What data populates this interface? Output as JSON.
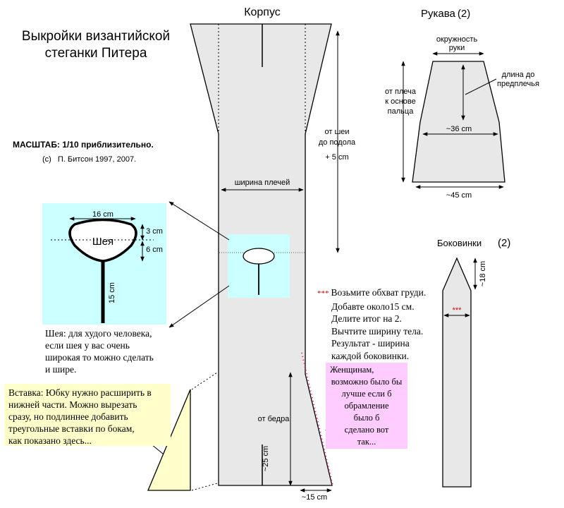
{
  "title": {
    "line1": "Выкройки византийской",
    "line2": "стеганки Питера"
  },
  "scale": "МАСШТАБ: 1/10 приблизительно.",
  "copyright": {
    "symbol": "(c)",
    "text": "П. Битсон  1997, 2007."
  },
  "body": {
    "label": "Корпус",
    "neck_to_hem": {
      "line1": "от шеи",
      "line2": "до подола",
      "line3": "+ 5 cm"
    },
    "shoulder_width": "ширина плечей",
    "from_hip": "от бедра",
    "hip_len": "~25 cm",
    "bottom_width": "~15 cm"
  },
  "sleeves": {
    "label": "Рукава",
    "count": "(2)",
    "circumference": {
      "line1": "окружность",
      "line2": "руки"
    },
    "length_to_forearm": {
      "line1": "длина до",
      "line2": "предплечья"
    },
    "shoulder_to_finger": {
      "line1": "от плеча",
      "line2": "к основе",
      "line3": "пальца"
    },
    "mid_width": "~36 cm",
    "bottom_width": "~45 cm"
  },
  "gussets": {
    "label": "Боковинки",
    "count": "(2)",
    "point_len": "~18 cm",
    "stars": "***"
  },
  "neck_detail": {
    "width": "16 cm",
    "upper": "3 cm",
    "lower": "6 cm",
    "label": "Шея",
    "slit": "15 cm",
    "note": [
      "Шея: для худого человека,",
      "если шея у вас очень",
      "широкая то можно сделать",
      "и шире."
    ]
  },
  "gusset_note": {
    "stars": "***",
    "lines": [
      "Возьмите обхват груди.",
      "Добавте около15 см.",
      "Делите итог на 2.",
      "Вычтите ширину тела.",
      "Результат - ширина",
      "каждой боковинки."
    ]
  },
  "insert_note": {
    "lines": [
      "Вставка: Юбку нужно расширить в",
      "нижней части. Можно вырезать",
      "сразу, но подлиннее добавить",
      "треугольные вставки по бокам,",
      "как показано здесь..."
    ]
  },
  "women_note": {
    "lines": [
      "Женщинам,",
      "возможно было бы",
      "лучше если б",
      "обрамление",
      "было б",
      "сделано вот",
      "так..."
    ]
  },
  "colors": {
    "panel": "#e8e8e8",
    "neck_box": "#ccffff",
    "insert_box": "#ffffcc",
    "women_box": "#ffccff",
    "stars": "#cc0000",
    "dots": "#ee0066"
  }
}
